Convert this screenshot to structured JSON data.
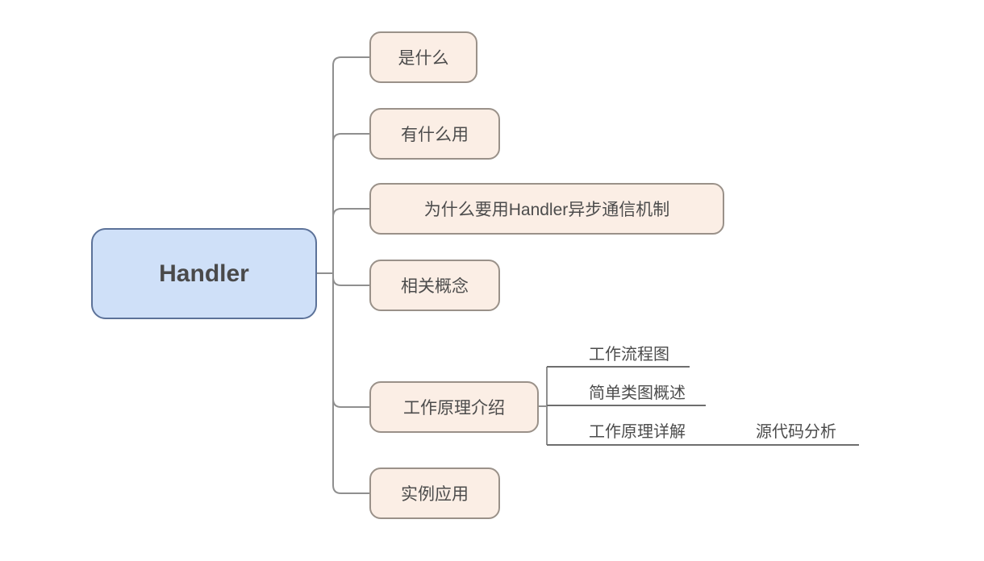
{
  "mindmap": {
    "root": {
      "label": "Handler"
    },
    "children": [
      {
        "label": "是什么"
      },
      {
        "label": "有什么用"
      },
      {
        "label": "为什么要用Handler异步通信机制"
      },
      {
        "label": "相关概念"
      },
      {
        "label": "工作原理介绍",
        "children": [
          {
            "label": "工作流程图"
          },
          {
            "label": "简单类图概述"
          },
          {
            "label": "工作原理详解",
            "children": [
              {
                "label": "源代码分析"
              }
            ]
          }
        ]
      },
      {
        "label": "实例应用"
      }
    ],
    "colors": {
      "canvas_bg": "#ffffff",
      "root_fill": "#cfe0f8",
      "root_border": "#5c7299",
      "root_text": "#4a4a4a",
      "child_fill": "#fbeee5",
      "child_border": "#9a9189",
      "child_text": "#4c4c4c",
      "connector": "#8f8f8f",
      "underline": "#6e6e6e"
    }
  }
}
